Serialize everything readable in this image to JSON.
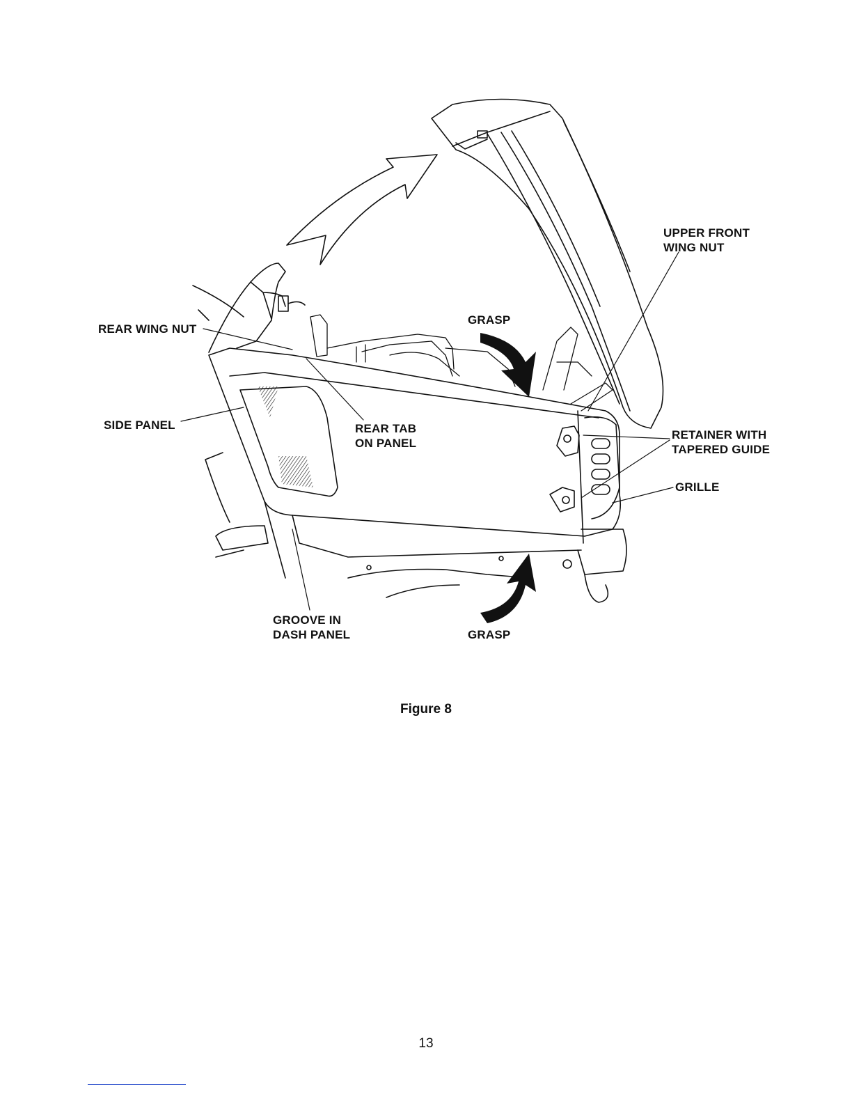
{
  "figure": {
    "caption": "Figure 8",
    "callouts": {
      "upper_front_wing_nut": [
        "UPPER FRONT",
        "WING NUT"
      ],
      "rear_wing_nut": "REAR WING NUT",
      "grasp_top": "GRASP",
      "side_panel": "SIDE PANEL",
      "rear_tab": [
        "REAR TAB",
        "ON PANEL"
      ],
      "retainer": [
        "RETAINER WITH",
        "TAPERED GUIDE"
      ],
      "grille": "GRILLE",
      "groove": [
        "GROOVE IN",
        "DASH PANEL"
      ],
      "grasp_bottom": "GRASP"
    }
  },
  "page": {
    "number": "13"
  }
}
